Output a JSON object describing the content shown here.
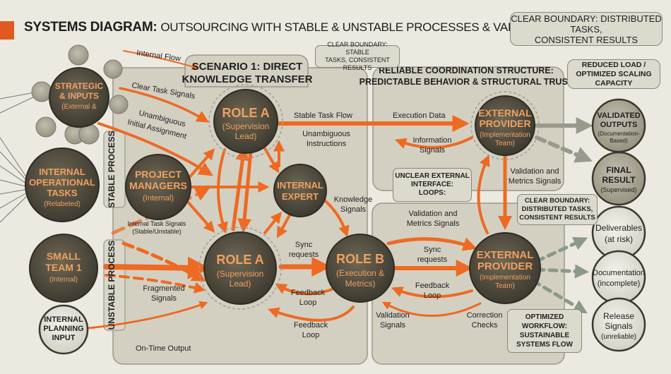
{
  "title": {
    "main": "SYSTEMS DIAGRAM:",
    "sub": "OUTSOURCING WITH STABLE & UNSTABLE PROCESSES & VALIDATION EFFICIENCY"
  },
  "notes": {
    "top_right": [
      "CLEAR BOUNDARY: DISTRIBUTED TASKS,",
      "CONSISTENT RESULTS"
    ],
    "scenario_boundary": [
      "CLEAR BOUNDARY: STABLE",
      "TASKS, CONSISTENT RESULTS"
    ],
    "reduced_load": [
      "REDUCED LOAD /",
      "OPTIMIZED SCALING CAPACITY"
    ],
    "unclear_interface": [
      "UNCLEAR EXTERNAL",
      "INTERFACE:",
      "LOOPS:"
    ],
    "right_boundary": [
      "CLEAR BOUNDARY:",
      "DISTRIBUTED TASKS,",
      "CONSISTENT RESULTS"
    ],
    "optimized_workflow": [
      "OPTIMIZED",
      "WORKFLOW:",
      "SUSTAINABLE",
      "SYSTEMS FLOW"
    ]
  },
  "panels": {
    "scenario_title": [
      "SCENARIO 1: DIRECT",
      "KNOWLEDGE TRANSFER"
    ],
    "coordination_title": [
      "RELIABLE COORDINATION STRUCTURE:",
      "PREDICTABLE BEHAVIOR & STRUCTURAL TRUST"
    ],
    "stable_process": "STABLE PROCESS",
    "unstable_process": "UNSTABLE PROCESS"
  },
  "nodes": {
    "strategic": [
      "STRATEGIC",
      "& INPUTS",
      "(External &"
    ],
    "internal_ops": [
      "INTERNAL",
      "OPERATIONAL",
      "TASKS",
      "(Relabeled)"
    ],
    "small_team": [
      "SMALL",
      "TEAM 1",
      "(Internal)"
    ],
    "internal_planning": [
      "INTERNAL",
      "PLANNING",
      "INPUT"
    ],
    "project_managers": [
      "PROJECT",
      "MANAGERS",
      "(Internal)"
    ],
    "role_a_top": [
      "ROLE A",
      "(Supervision",
      "Lead)"
    ],
    "internal_expert": [
      "INTERNAL",
      "EXPERT"
    ],
    "role_a_bottom": [
      "ROLE A",
      "(Supervision",
      "Lead)"
    ],
    "role_b": [
      "ROLE B",
      "(Execution &",
      "Metrics)"
    ],
    "ext_provider_top": [
      "EXTERNAL",
      "PROVIDER",
      "(Implementation",
      "Team)"
    ],
    "ext_provider_bottom": [
      "EXTERNAL",
      "PROVIDER",
      "(Implementation",
      "Team)"
    ],
    "validated_outputs": [
      "VALIDATED",
      "OUTPUTS",
      "(Documentation-",
      "Based)"
    ],
    "final_result": [
      "FINAL",
      "RESULT",
      "(Supervised)"
    ],
    "deliverables": [
      "Deliverables",
      "(at risk)"
    ],
    "documentation": [
      "Documentation",
      "(incomplete)"
    ],
    "release_signals": [
      "Release",
      "Signals",
      "(unreliable)"
    ]
  },
  "labels": {
    "internal_flow": "Internal Flow",
    "clear_task_signals": "Clear Task Signals",
    "unambiguous_initial": [
      "Unambiguous",
      "Initial Assignment"
    ],
    "stable_task_flow": "Stable Task Flow",
    "unambiguous_instructions": [
      "Unambiguous",
      "Instructions"
    ],
    "execution_data": "Execution Data",
    "information_signals": [
      "Information",
      "Signals"
    ],
    "validation_metrics_top": [
      "Validation and",
      "Metrics Signals"
    ],
    "knowledge_signals": [
      "Knowledge",
      "Signals"
    ],
    "validation_metrics_mid": [
      "Validation and",
      "Metrics Signals"
    ],
    "internal_task_signals": [
      "Internal Task Signals",
      "(Stable/Unstable)"
    ],
    "sync_requests_left": [
      "Sync",
      "requests"
    ],
    "sync_requests_right": [
      "Sync",
      "requests"
    ],
    "fragmented_signals": [
      "Fragmented",
      "Signals"
    ],
    "feedback_loop_a": [
      "Feedback",
      "Loop"
    ],
    "feedback_loop_b": [
      "Feedback",
      "Loop"
    ],
    "feedback_loop_c": [
      "Feedback",
      "Loop"
    ],
    "validation_signals": [
      "Validation",
      "Signals"
    ],
    "correction_checks": [
      "Correction",
      "Checks"
    ],
    "on_time_output": "On-Time Output"
  },
  "colors": {
    "orange": "#ee6a22",
    "orange_light": "#f4a06a",
    "node_dark": "#4a4538",
    "node_mid": "#6b6552",
    "panel": "#d3d0c2",
    "panel_border": "#9a978a",
    "gray_arrow": "#9a9a8c",
    "green_arrow": "#8a9a86"
  }
}
